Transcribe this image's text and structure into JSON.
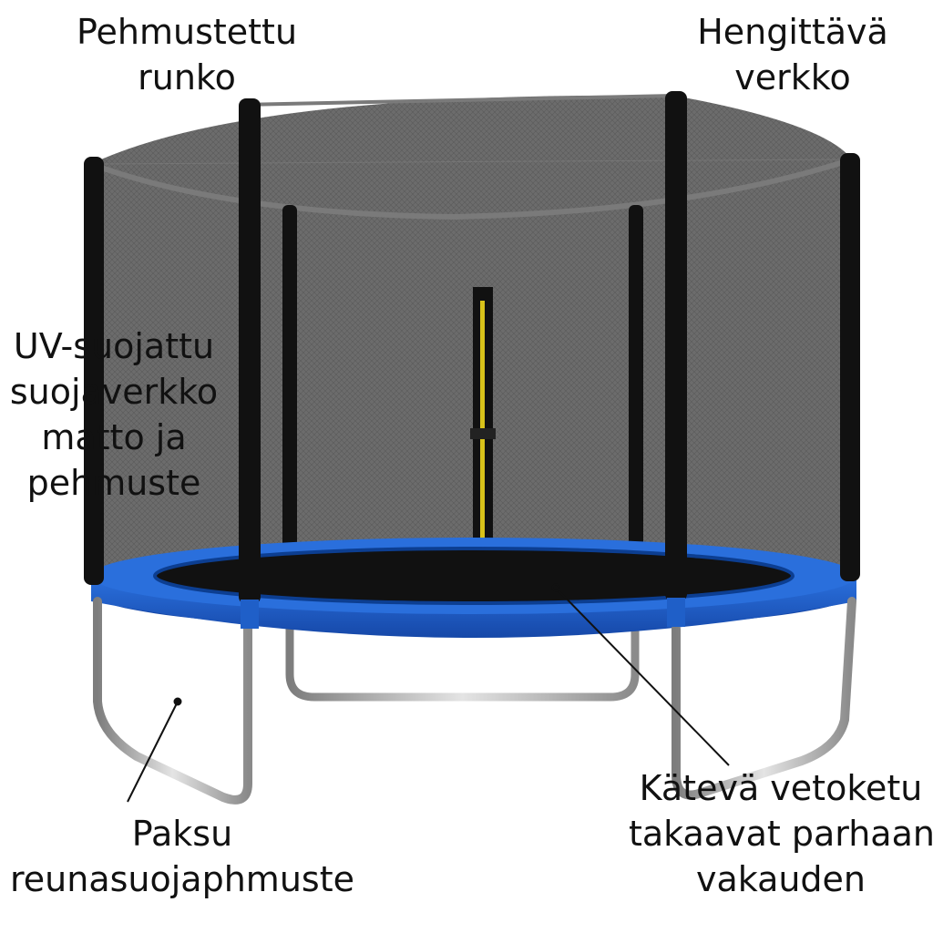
{
  "labels": {
    "frame": [
      "Pehmustettu",
      "runko"
    ],
    "net": [
      "Hengittävä",
      "verkko"
    ],
    "uv": [
      "UV-suojattu",
      "suojaverkko",
      "matto  ja",
      "pehmuste"
    ],
    "padding": [
      "Paksu",
      "reunasuojaphmuste"
    ],
    "rope": [
      "Kätevä vetoketu",
      "takaavat parhaan",
      "vakauden"
    ]
  },
  "colors": {
    "net": "#6b6b6b",
    "poles": "#111111",
    "pad_blue": "#1f5fc8",
    "mat": "#1a1a1a",
    "legs": "#b8b8b8",
    "zipper": "#d8c21a"
  }
}
